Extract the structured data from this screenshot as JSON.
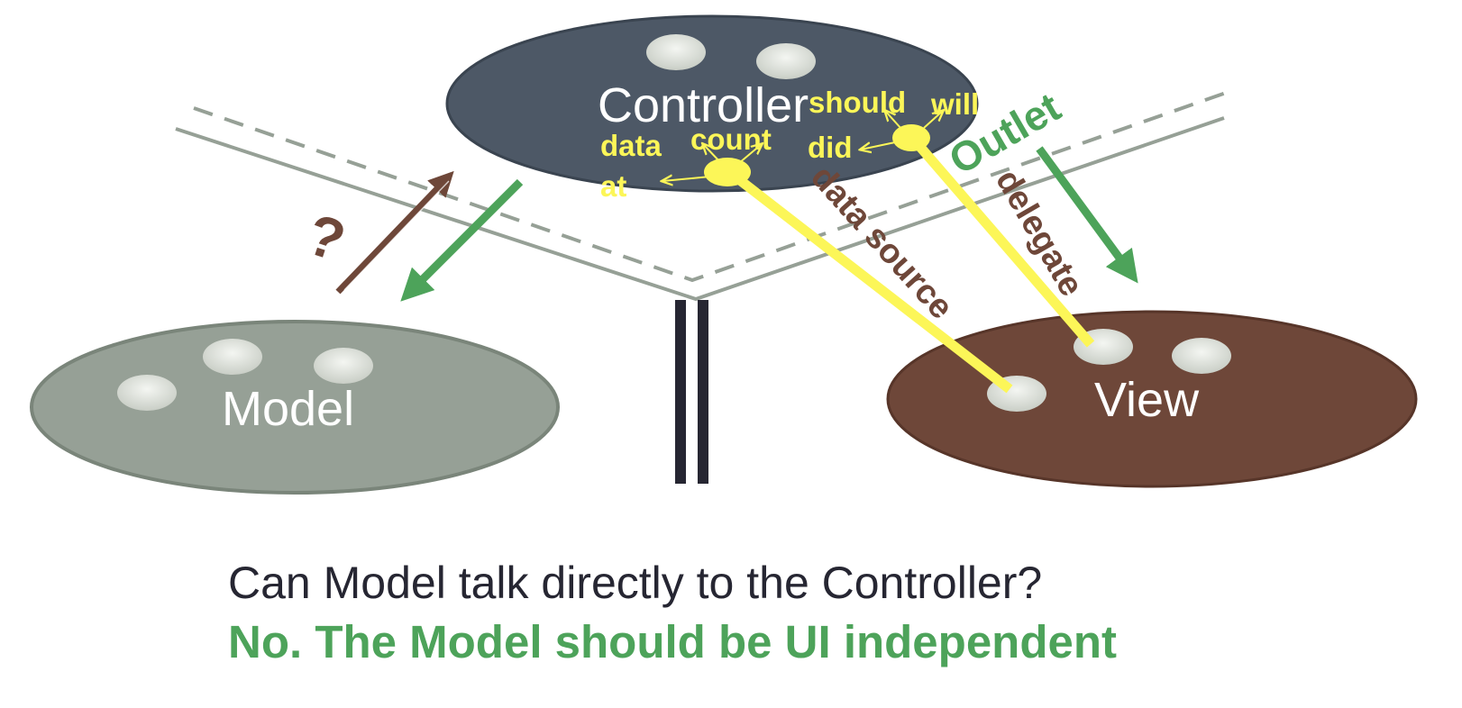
{
  "nodes": {
    "controller": {
      "label": "Controller",
      "color": "#4d5866"
    },
    "model": {
      "label": "Model",
      "color": "#96a096"
    },
    "view": {
      "label": "View",
      "color": "#6e4739"
    }
  },
  "labels": {
    "question_mark": "?",
    "outlet": "Outlet",
    "data_source": "data source",
    "delegate": "delegate"
  },
  "controller_words": {
    "should": "should",
    "will": "will",
    "did": "did",
    "data": "data",
    "at": "at",
    "count": "count"
  },
  "caption": {
    "question": "Can Model talk directly to the Controller?",
    "answer": "No. The Model should be UI independent"
  },
  "colors": {
    "yellow": "#fcf658",
    "green_arrow": "#4da35a",
    "brown_arrow": "#6e4739",
    "line_gray": "#96a096",
    "divider": "#262632",
    "answer_green": "#4da35a"
  }
}
